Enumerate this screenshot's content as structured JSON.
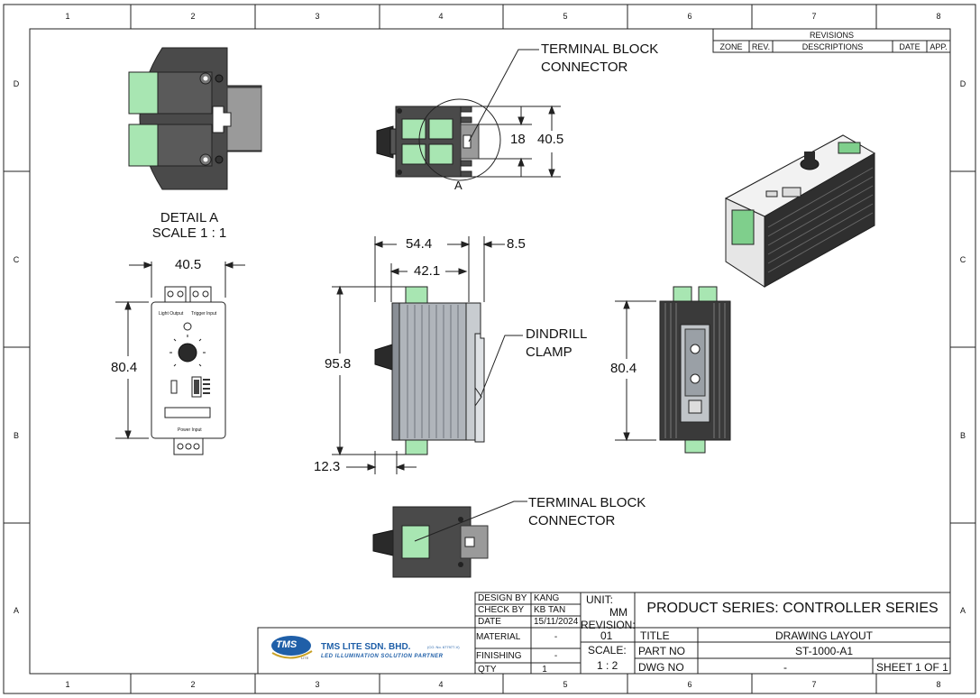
{
  "zones": {
    "columns": [
      "1",
      "2",
      "3",
      "4",
      "5",
      "6",
      "7",
      "8"
    ],
    "rows": [
      "D",
      "C",
      "B",
      "A"
    ]
  },
  "revisions": {
    "title": "REVISIONS",
    "headers": [
      "ZONE",
      "REV.",
      "DESCRIPTIONS",
      "DATE",
      "APP."
    ]
  },
  "labels": {
    "terminal_top": [
      "TERMINAL BLOCK",
      "CONNECTOR"
    ],
    "terminal_bottom": [
      "TERMINAL BLOCK",
      "CONNECTOR"
    ],
    "dindrill": [
      "DINDRILL",
      "CLAMP"
    ],
    "detail": [
      "DETAIL A",
      "SCALE 1 : 1"
    ],
    "detail_marker": "A"
  },
  "dimensions": {
    "top_18": "18",
    "top_40_5": "40.5",
    "front_40_5": "40.5",
    "front_80_4": "80.4",
    "side_54_4": "54.4",
    "side_8_5": "8.5",
    "side_42_1": "42.1",
    "side_95_8": "95.8",
    "side_12_3": "12.3",
    "back_80_4": "80.4"
  },
  "front_panel": {
    "light_output": "Light Output",
    "trigger_input": "Trigger Input",
    "power_input": "Power Input"
  },
  "title_block": {
    "design_by_label": "DESIGN BY",
    "design_by": "KANG",
    "check_by_label": "CHECK BY",
    "check_by": "KB TAN",
    "date_label": "DATE",
    "date": "15/11/2024",
    "material_label": "MATERIAL",
    "material": "-",
    "finishing_label": "FINISHING",
    "finishing": "-",
    "qty_label": "QTY",
    "qty": "1",
    "unit_label": "UNIT:",
    "unit": "MM",
    "revision_label": "REVISION:",
    "revision": "01",
    "scale_label": "SCALE:",
    "scale": "1 : 2",
    "product_series": "PRODUCT SERIES:  CONTROLLER SERIES",
    "title_label": "TITLE",
    "title": "DRAWING LAYOUT",
    "part_no_label": "PART NO",
    "part_no": "ST-1000-A1",
    "dwg_no_label": "DWG NO",
    "dwg_no": "-",
    "sheet": "SHEET 1 OF 1"
  },
  "company": {
    "logo": "TMS",
    "logo_sub": "LITE",
    "name": "TMS LITE SDN. BHD.",
    "reg": "(CO. No. 677977-V)",
    "tagline": "LED ILLUMINATION SOLUTION PARTNER"
  },
  "colors": {
    "connector_green": "#a8e6b2",
    "housing_dark": "#3a3a3a",
    "fin_gray": "#8a8f96",
    "logo_blue": "#1f5fa8",
    "logo_gold": "#c9a227"
  }
}
